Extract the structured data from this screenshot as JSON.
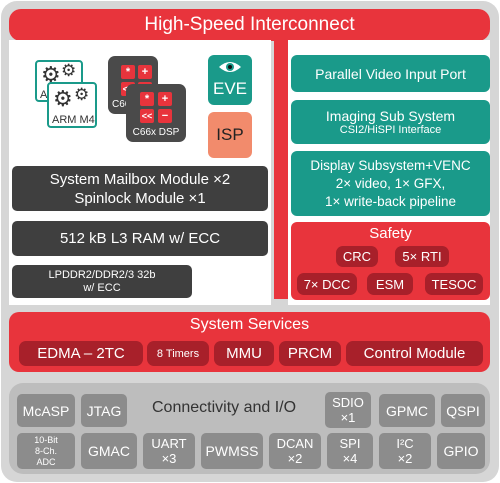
{
  "header": {
    "title": "High-Speed Interconnect"
  },
  "cores": {
    "arm_back_label": "ARM",
    "arm_front_label": "ARM M4",
    "dsp_back_label": "C66",
    "dsp_front_label": "C66x DSP",
    "dsp_key_star": "*",
    "dsp_key_plus": "+",
    "dsp_key_left": "<<",
    "dsp_key_minus": "−",
    "eve": "EVE",
    "isp": "ISP"
  },
  "left_blocks": {
    "mailbox_line1": "System Mailbox Module ×2",
    "mailbox_line2": "Spinlock Module ×1",
    "l3_ram": "512 kB L3 RAM w/ ECC",
    "lpddr_line1": "LPDDR2/DDR2/3 32b",
    "lpddr_line2": "w/ ECC"
  },
  "right_blocks": {
    "parallel_video": "Parallel Video Input Port",
    "imaging_title": "Imaging Sub System",
    "imaging_sub": "CSI2/HiSPI Interface",
    "display_line1": "Display Subsystem+VENC",
    "display_line2": "2× video, 1× GFX,",
    "display_line3": "1× write-back pipeline",
    "safety_title": "Safety",
    "safety_items": [
      "CRC",
      "5× RTI",
      "7× DCC",
      "ESM",
      "TESOC"
    ]
  },
  "system_services": {
    "title": "System Services",
    "items": [
      "EDMA – 2TC",
      "8 Timers",
      "MMU",
      "PRCM",
      "Control Module"
    ]
  },
  "connectivity": {
    "title": "Connectivity and I/O",
    "mcasp": "McASP",
    "jtag": "JTAG",
    "sdio_1": "SDIO",
    "sdio_2": "×1",
    "gpmc": "GPMC",
    "qspi": "QSPI",
    "adc_1": "10-Bit",
    "adc_2": "8-Ch.",
    "adc_3": "ADC",
    "gmac": "GMAC",
    "uart_1": "UART",
    "uart_2": "×3",
    "pwmss": "PWMSS",
    "dcan_1": "DCAN",
    "dcan_2": "×2",
    "spi_1": "SPI",
    "spi_2": "×4",
    "i2c_1": "I²C",
    "i2c_2": "×2",
    "gpio": "GPIO"
  },
  "colors": {
    "red": "#e8343c",
    "dark_red": "#a8202a",
    "teal": "#1a9a8a",
    "dark_gray": "#3f3f3f",
    "mid_gray": "#8c8c8c",
    "light_gray": "#d6d6d6",
    "isp_salmon": "#f28b6c"
  }
}
